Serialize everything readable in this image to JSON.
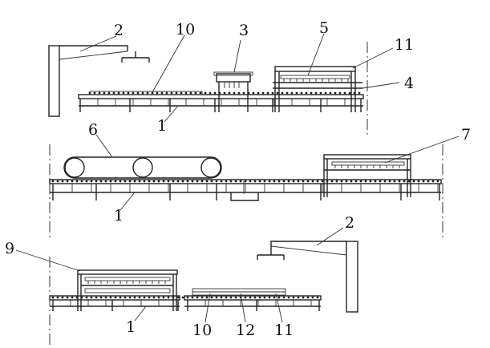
{
  "labels": {
    "top": {
      "l2": "2",
      "l10": "10",
      "l3": "3",
      "l5": "5",
      "l11": "11",
      "l4": "4",
      "l1": "1"
    },
    "middle": {
      "l6": "6",
      "l7": "7",
      "l1": "1"
    },
    "bottom": {
      "l9": "9",
      "l2": "2",
      "l1": "1",
      "l10": "10",
      "l12": "12",
      "l11": "11"
    }
  }
}
